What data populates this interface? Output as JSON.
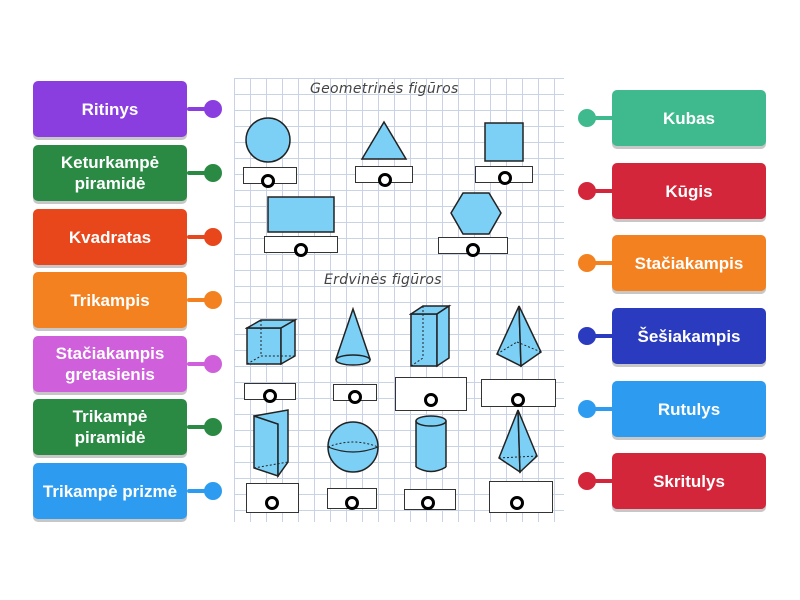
{
  "colors": {
    "purple": "#8b3ee0",
    "green": "#2a8a44",
    "red_orange": "#e8471c",
    "orange": "#f48120",
    "pink": "#cf5fdb",
    "blue": "#2d9cf0",
    "teal": "#3fba8e",
    "red": "#d4263a",
    "navy": "#2a3bbf",
    "shape_fill": "#7ccff5"
  },
  "left_tiles": [
    {
      "label": "Ritinys"
    },
    {
      "label": "Keturkampė piramidė"
    },
    {
      "label": "Kvadratas"
    },
    {
      "label": "Trikampis"
    },
    {
      "label": "Stačiakampis gretasienis"
    },
    {
      "label": "Trikampė piramidė"
    },
    {
      "label": "Trikampė prizmė"
    }
  ],
  "right_tiles": [
    {
      "label": "Kubas"
    },
    {
      "label": "Kūgis"
    },
    {
      "label": "Stačiakampis"
    },
    {
      "label": "Šešiakampis"
    },
    {
      "label": "Rutulys"
    },
    {
      "label": "Skritulys"
    }
  ],
  "sheet": {
    "title_plane": "Geometrinės figūros",
    "title_solid": "Erdvinės figūros",
    "shapes": [
      "circle-icon",
      "triangle-icon",
      "square-icon",
      "rectangle-icon",
      "hexagon-icon",
      "cube-icon",
      "cone-icon",
      "rectangular-prism-icon",
      "square-pyramid-icon",
      "triangular-prism-icon",
      "sphere-icon",
      "cylinder-icon",
      "triangular-pyramid-icon"
    ]
  }
}
